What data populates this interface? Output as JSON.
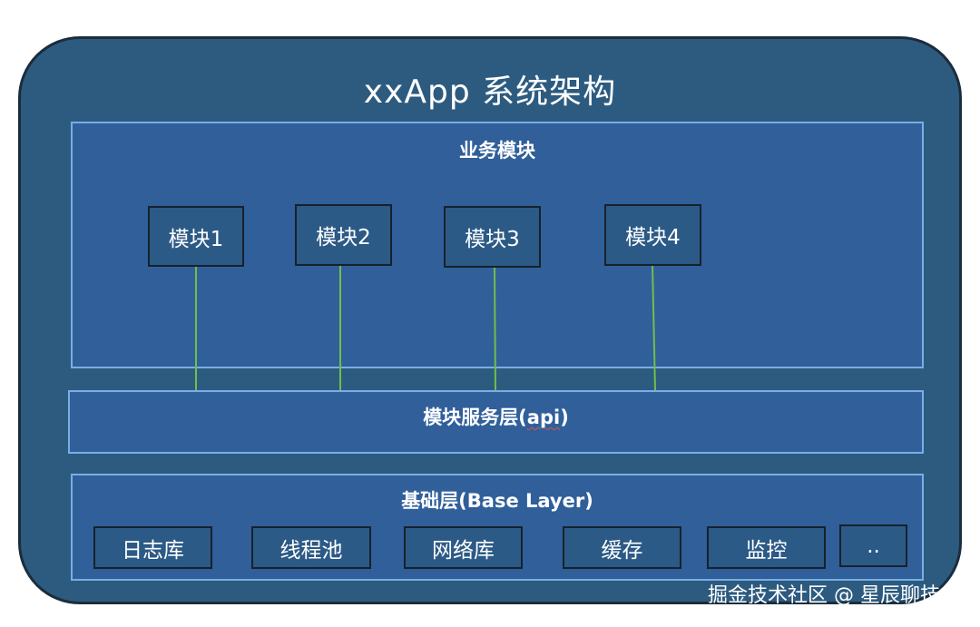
{
  "title": "xxApp 系统架构",
  "business_layer": {
    "label": "业务模块",
    "modules": [
      "模块1",
      "模块2",
      "模块3",
      "模块4"
    ]
  },
  "service_layer": {
    "label_prefix": "模块服务层(",
    "label_api": "api",
    "label_suffix": ")"
  },
  "base_layer": {
    "label": "基础层(Base Layer)",
    "items": [
      "日志库",
      "线程池",
      "网络库",
      "缓存",
      "监控",
      ".."
    ]
  },
  "watermark": "掘金技术社区 @ 星辰聊技术",
  "colors": {
    "background": "#2d5b80",
    "section_fill": "#305f9a",
    "section_border": "#79aee6",
    "link_line": "#6fbf4a"
  }
}
